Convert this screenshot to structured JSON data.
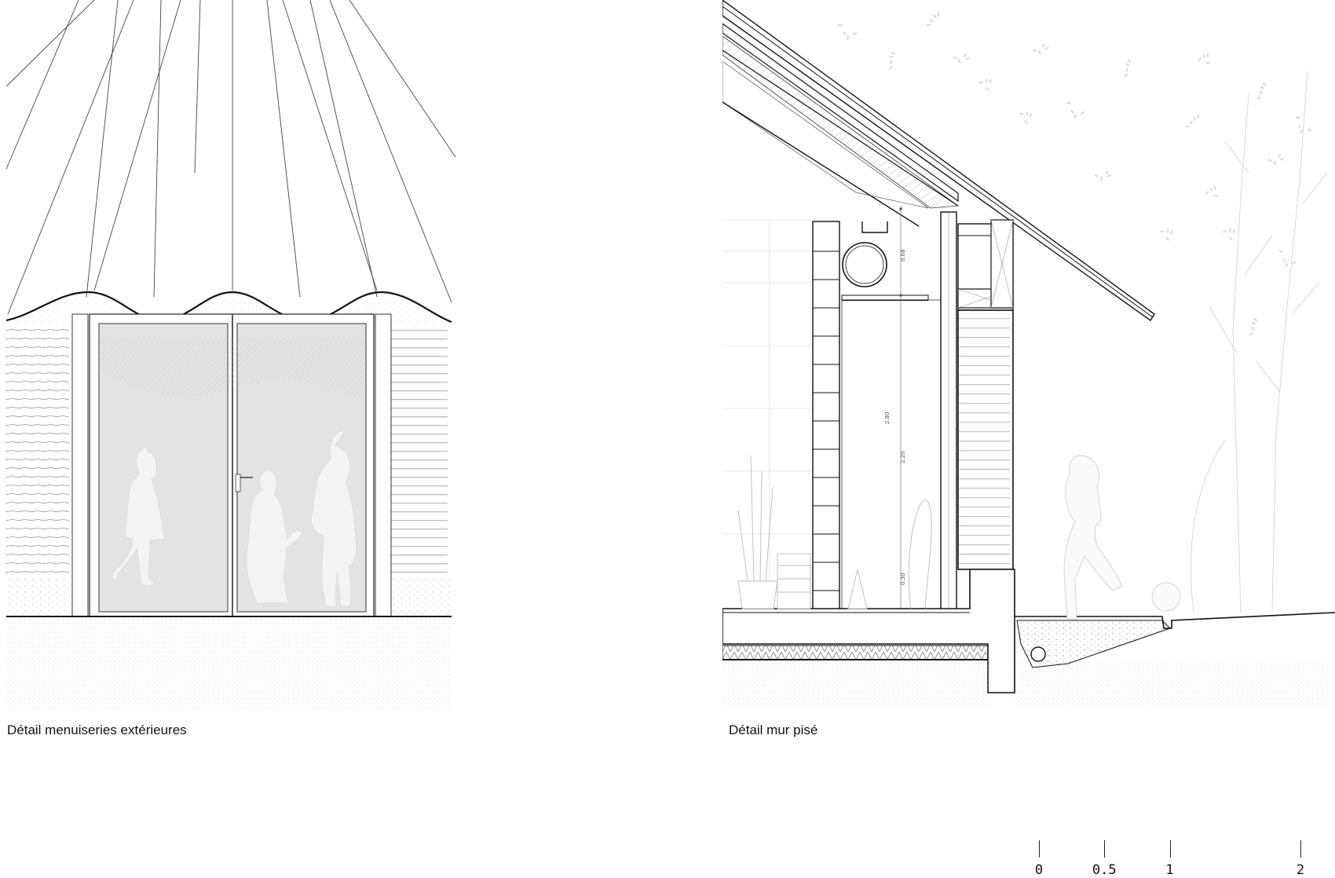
{
  "captions": {
    "left": "Détail menuiseries extérieures",
    "right": "Détail mur pisé"
  },
  "dimensions": {
    "d1": "0.68",
    "d2": "2.80",
    "d3": "2.20",
    "d4": "0.30"
  },
  "scale_bar": {
    "ticks": [
      {
        "value": 0,
        "label": "0"
      },
      {
        "value": 0.5,
        "label": "0.5"
      },
      {
        "value": 1,
        "label": "1"
      },
      {
        "value": 2,
        "label": "2"
      }
    ]
  },
  "colors": {
    "line": "#111111",
    "glass": "#e3e3e3",
    "silhouette": "#f4f4f4",
    "ground_hatch": "#d6d6d6",
    "faint": "#c8c8c8"
  }
}
